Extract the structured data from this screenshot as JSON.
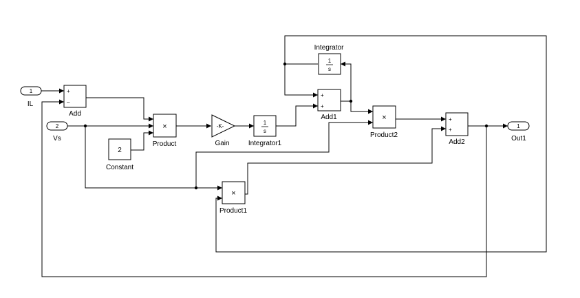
{
  "blocks": {
    "in_il": {
      "port": "1",
      "label": "IL"
    },
    "in_vs": {
      "port": "2",
      "label": "Vs"
    },
    "add": {
      "label": "Add",
      "sign_top": "+",
      "sign_bottom": "–"
    },
    "constant": {
      "value": "2",
      "label": "Constant"
    },
    "product": {
      "symbol": "×",
      "label": "Product"
    },
    "gain": {
      "value": "-K-",
      "label": "Gain"
    },
    "integrator1": {
      "num": "1",
      "den": "s",
      "label": "Integrator1"
    },
    "integrator": {
      "num": "1",
      "den": "s",
      "label": "Integrator"
    },
    "add1": {
      "label": "Add1",
      "sign_top": "+",
      "sign_bottom": "+"
    },
    "product2": {
      "symbol": "×",
      "label": "Product2"
    },
    "product1": {
      "symbol": "×",
      "label": "Product1"
    },
    "add2": {
      "label": "Add2",
      "sign_top": "+",
      "sign_bottom": "+"
    },
    "out1": {
      "port": "1",
      "label": "Out1"
    }
  },
  "colors": {
    "line": "#000000",
    "background": "#ffffff"
  }
}
